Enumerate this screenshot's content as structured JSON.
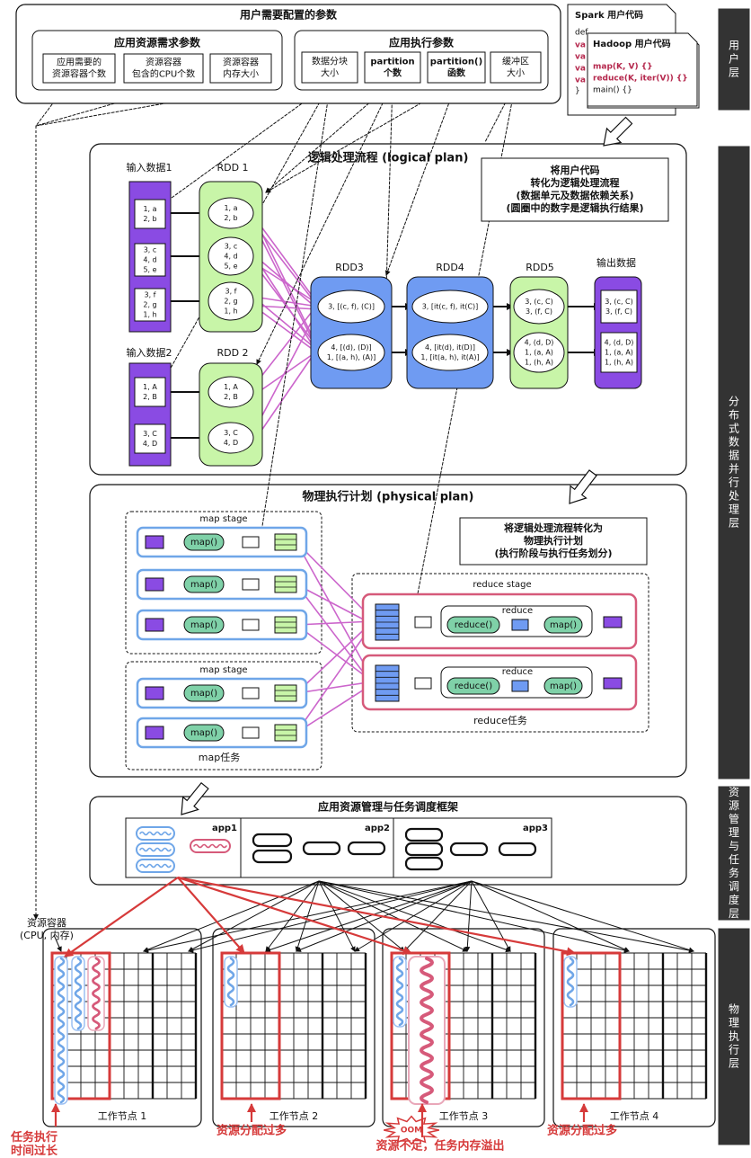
{
  "layers": [
    {
      "label": "用户层"
    },
    {
      "label": "分布式数据并行处理层"
    },
    {
      "label": "资源管理与任务调度层"
    },
    {
      "label": "物理执行层"
    }
  ],
  "user_params": {
    "title": "用户需要配置的参数",
    "resource_title": "应用资源需求参数",
    "resource_params": [
      [
        "应用需要的",
        "资源容器个数"
      ],
      [
        "资源容器",
        "包含的CPU个数"
      ],
      [
        "资源容器",
        "内存大小"
      ]
    ],
    "exec_title": "应用执行参数",
    "exec_params": [
      [
        "数据分块",
        "大小"
      ],
      [
        "partition",
        "个数"
      ],
      [
        "partition()",
        "函数"
      ],
      [
        "缓冲区",
        "大小"
      ]
    ]
  },
  "code": {
    "spark_title": "Spark 用户代码",
    "spark_fragments": [
      "def",
      "va",
      "va",
      "va",
      "va",
      "}"
    ],
    "hadoop_title": "Hadoop 用户代码",
    "hadoop_lines": [
      "map(K, V) {}",
      "reduce(K, iter(V)) {}",
      "main() {}"
    ],
    "accent": "#b5284d"
  },
  "logical": {
    "title": "逻辑处理流程 (logical plan)",
    "note": [
      "将用户代码",
      "转化为逻辑处理流程",
      "(数据单元及数据依赖关系)",
      "(圆圈中的数字是逻辑执行结果)"
    ],
    "input1_label": "输入数据1",
    "input1_parts": [
      [
        "1, a",
        "2, b"
      ],
      [
        "3, c",
        "4, d",
        "5, e"
      ],
      [
        "3, f",
        "2, g",
        "1, h"
      ]
    ],
    "rdd1_label": "RDD 1",
    "rdd1_parts": [
      [
        "1, a",
        "2, b"
      ],
      [
        "3, c",
        "4, d",
        "5, e"
      ],
      [
        "3, f",
        "2, g",
        "1, h"
      ]
    ],
    "input2_label": "输入数据2",
    "input2_parts": [
      [
        "1, A",
        "2, B"
      ],
      [
        "3, C",
        "4, D"
      ]
    ],
    "rdd2_label": "RDD 2",
    "rdd2_parts": [
      [
        "1, A",
        "2, B"
      ],
      [
        "3, C",
        "4, D"
      ]
    ],
    "rdd3_label": "RDD3",
    "rdd3_parts": [
      [
        "3, [(c, f), (C)]"
      ],
      [
        "4, [(d), (D)]",
        "1, [(a, h), (A)]"
      ]
    ],
    "rdd4_label": "RDD4",
    "rdd4_parts": [
      [
        "3, [it(c, f), it(C)]"
      ],
      [
        "4, [it(d), it(D)]",
        "1, [it(a, h), it(A)]"
      ]
    ],
    "rdd5_label": "RDD5",
    "rdd5_parts": [
      [
        "3, (c, C)",
        "3, (f, C)"
      ],
      [
        "4, (d, D)",
        "1, (a, A)",
        "1, (h, A)"
      ]
    ],
    "output_label": "输出数据",
    "output_parts": [
      [
        "3, (c, C)",
        "3, (f, C)"
      ],
      [
        "4, (d, D)",
        "1, (a, A)",
        "1, (h, A)"
      ]
    ]
  },
  "physical": {
    "title": "物理执行计划 (physical plan)",
    "note": [
      "将逻辑处理流程转化为",
      "物理执行计划",
      "(执行阶段与执行任务划分)"
    ],
    "map_stage_label": "map stage",
    "map_func": "map()",
    "map_task_label": "map任务",
    "reduce_stage_label": "reduce stage",
    "reduce_label": "reduce",
    "reduce_func": "reduce()",
    "reduce_task_label": "reduce任务"
  },
  "resource_mgmt": {
    "title": "应用资源管理与任务调度框架",
    "apps": [
      "app1",
      "app2",
      "app3"
    ]
  },
  "physical_layer": {
    "container_label": [
      "资源容器",
      "(CPU, 内存)"
    ],
    "nodes": [
      "工作节点 1",
      "工作节点 2",
      "工作节点 3",
      "工作节点 4"
    ],
    "oom": "OOM",
    "issues": [
      [
        "任务执行",
        "时间过长"
      ],
      [
        "资源分配过多"
      ],
      [
        "资源不足，任务内存溢出"
      ],
      [
        "资源分配过多"
      ]
    ]
  },
  "colors": {
    "purple": "#8a4be3",
    "green": "#c8f5a8",
    "blue": "#6f9bf2",
    "pink": "#cc66cc",
    "red": "#d63a3a",
    "mapfn": "#7fd1a8",
    "reduce_border": "#d65a7a",
    "map_border": "#6fa6e8",
    "layer_bar": "#333333"
  }
}
